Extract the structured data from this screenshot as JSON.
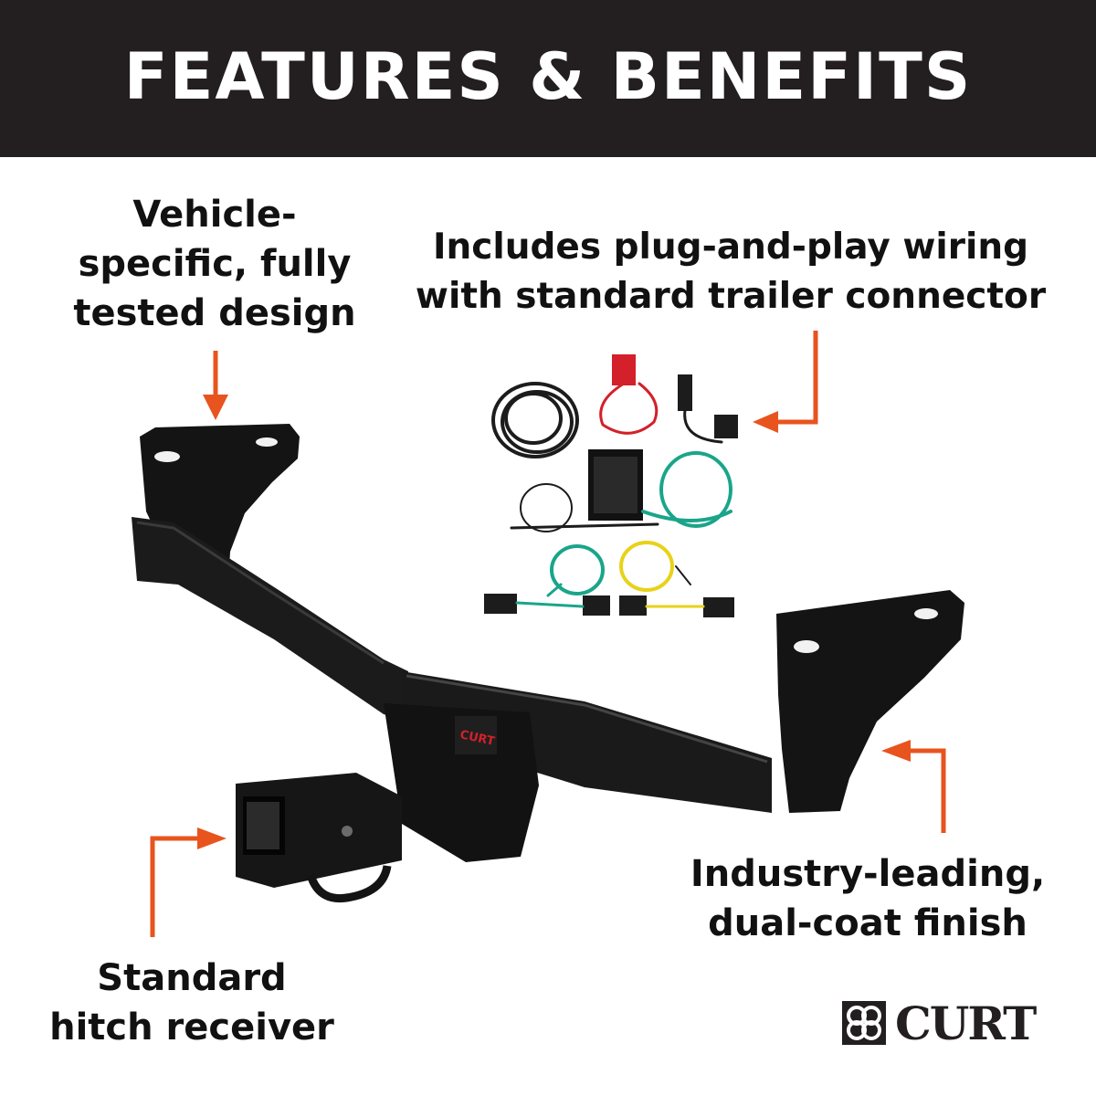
{
  "banner": {
    "title": "FEATURES & BENEFITS"
  },
  "callouts": {
    "design": [
      "Vehicle-",
      "specific, fully",
      "tested design"
    ],
    "wiring": [
      "Includes plug-and-play wiring",
      "with standard trailer connector"
    ],
    "finish": [
      "Industry-leading,",
      "dual-coat finish"
    ],
    "receiver": [
      "Standard",
      "hitch receiver"
    ]
  },
  "product": {
    "badge": "CURT"
  },
  "brand": {
    "name": "CURT"
  },
  "colors": {
    "banner": "#231f20",
    "arrow": "#e8541e",
    "text": "#111111",
    "hitch": "#161616",
    "wire_green": "#1aa58a",
    "wire_yellow": "#e8d21a",
    "wire_red": "#d3202a"
  },
  "icons": {
    "arrows": "down-arrow, left-arrow, right-arrow",
    "brand_mark": "curt-logo-mark"
  }
}
